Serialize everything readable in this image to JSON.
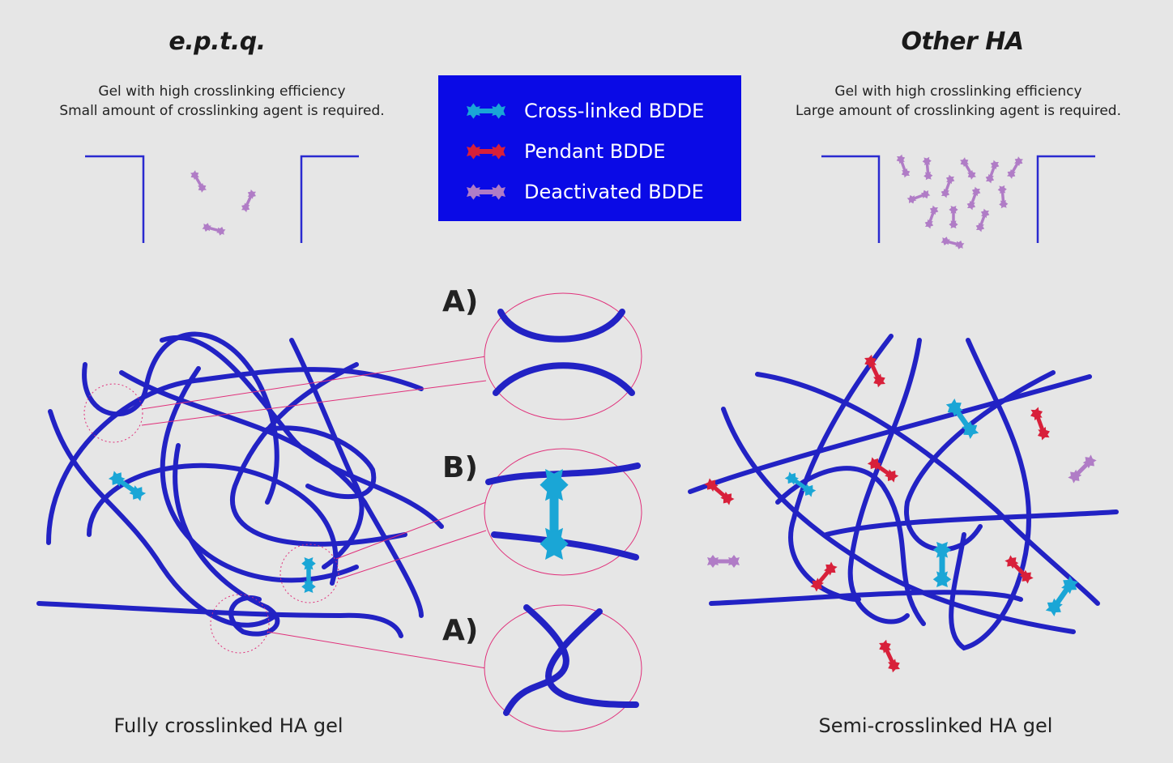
{
  "left": {
    "title": "e.p.t.q.",
    "desc_line1": "Gel with high crosslinking efficiency",
    "desc_line2": "Small amount of crosslinking agent is required.",
    "caption": "Fully crosslinked HA gel"
  },
  "right": {
    "title": "Other HA",
    "desc_line1": "Gel with high crosslinking efficiency",
    "desc_line2": "Large amount of crosslinking agent is required.",
    "caption": "Semi-crosslinked HA gel"
  },
  "legend": {
    "items": [
      {
        "label": "Cross-linked BDDE",
        "color": "#1aa6d6"
      },
      {
        "label": "Pendant BDDE",
        "color": "#d8203a"
      },
      {
        "label": "Deactivated BDDE",
        "color": "#b07cc6"
      }
    ]
  },
  "zoom_labels": [
    "A)",
    "B)",
    "A)"
  ],
  "colors": {
    "strand": "#2020c8",
    "background": "#e6e6e6",
    "callout": "#e0307a"
  }
}
